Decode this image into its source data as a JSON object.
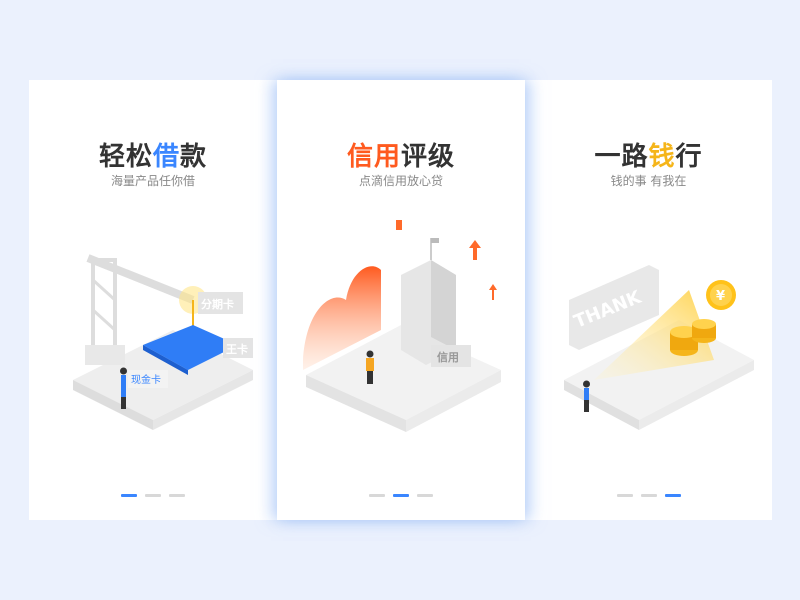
{
  "colors": {
    "blue": "#3a86ff",
    "orange": "#ff5a1f",
    "gold": "#f5b51a",
    "background": "#ebf1fd"
  },
  "panels": [
    {
      "title_pre": "轻松",
      "title_accent": "借",
      "title_post": "款",
      "subtitle": "海量产品任你借",
      "signs": [
        "分期卡",
        "王卡",
        "现金卡"
      ],
      "active_page": 1
    },
    {
      "title_pre": "",
      "title_accent": "信用",
      "title_post": "评级",
      "subtitle": "点滴信用放心贷",
      "signs": [
        "信用"
      ],
      "active_page": 2
    },
    {
      "title_pre": "一路",
      "title_accent": "钱",
      "title_post": "行",
      "subtitle": "钱的事 有我在",
      "signs": [
        "THANK",
        "¥"
      ],
      "active_page": 3
    }
  ]
}
